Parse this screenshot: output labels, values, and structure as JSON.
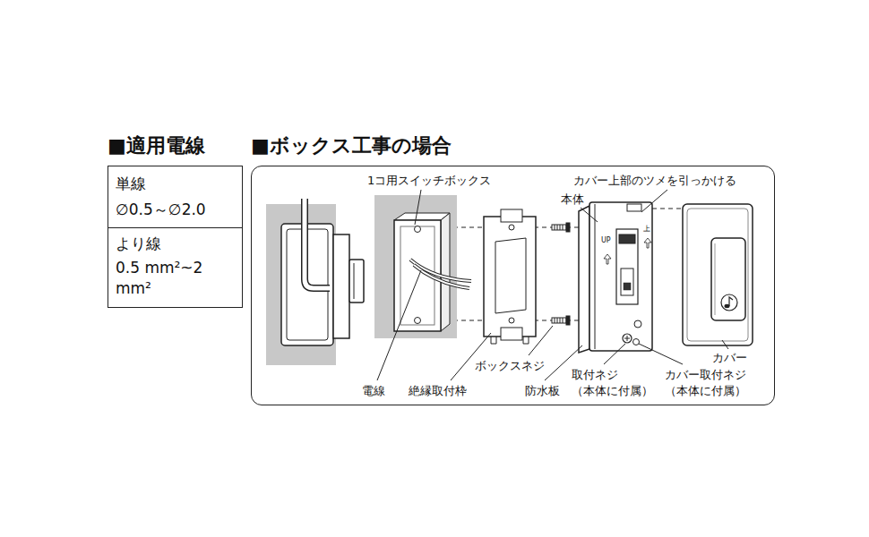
{
  "diagram": {
    "nodes": [
      {
        "text": [
          "■適用電線"
        ]
      },
      {
        "text": [
          "単線",
          "∅0.5～∅2.0"
        ],
        "in": 0
      },
      {
        "text": [
          "より線",
          "0.5 mm²~2 mm²"
        ],
        "in": 0
      },
      {
        "text": [
          "■ボックス工事の場合"
        ]
      }
    ],
    "labels": [
      "1コ用スイッチボックス",
      "カバー上部のツメを引っかける",
      "本体",
      "UP",
      "上",
      "ボックスネジ",
      "カバー",
      "電線",
      "絶縁取付枠",
      "防水板",
      "取付ネジ （本体に付属）",
      "カバー取付ネジ （本体に付属）"
    ]
  }
}
